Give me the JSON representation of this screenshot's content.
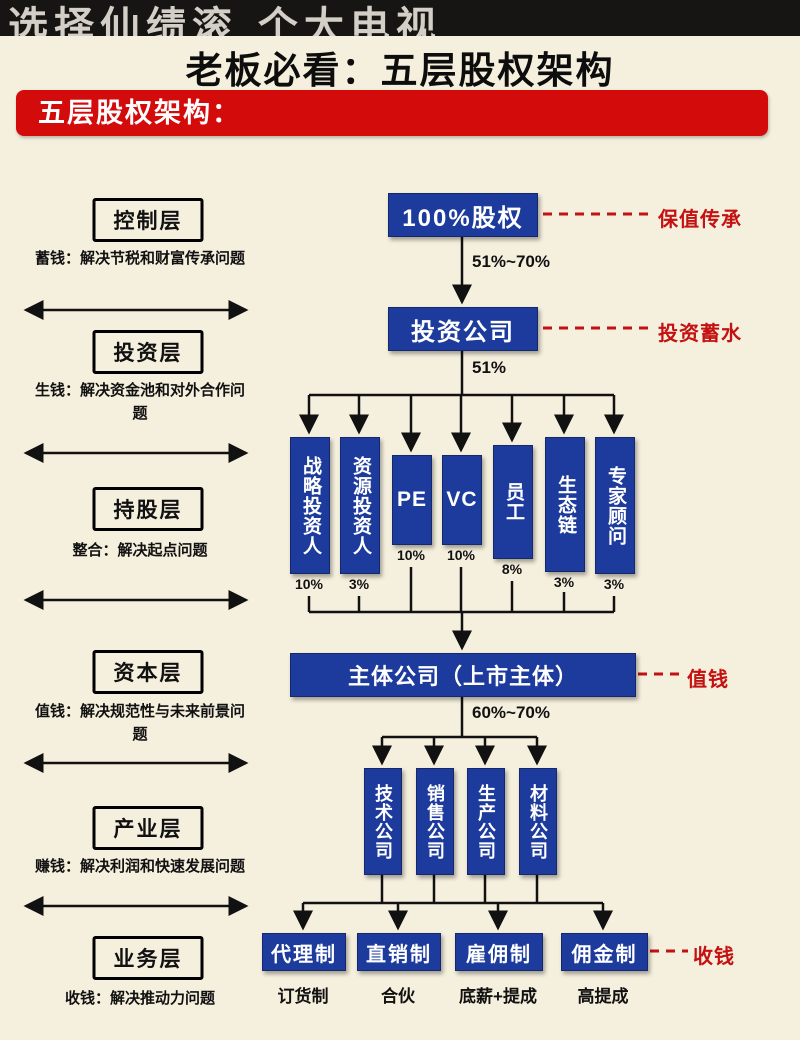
{
  "watermark": "选择仙绩滚 个大电视",
  "title": "老板必看：五层股权架构",
  "banner": "五层股权架构：",
  "layers": [
    {
      "name": "控制层",
      "desc": "蓄钱：解决节税和财富传承问题"
    },
    {
      "name": "投资层",
      "desc": "生钱：解决资金池和对外合作问题"
    },
    {
      "name": "持股层",
      "desc": "整合：解决起点问题"
    },
    {
      "name": "资本层",
      "desc": "值钱：解决规范性与未来前景问题"
    },
    {
      "name": "产业层",
      "desc": "赚钱：解决利润和快速发展问题"
    },
    {
      "name": "业务层",
      "desc": "收钱：解决推动力问题"
    }
  ],
  "diagram": {
    "top_box": "100%股权",
    "top_note": "保值传承",
    "pct_top": "51%~70%",
    "invest_box": "投资公司",
    "invest_note": "投资蓄水",
    "pct_invest": "51%",
    "holders": [
      {
        "label": "战略投资人",
        "percent": "10%"
      },
      {
        "label": "资源投资人",
        "percent": "3%"
      },
      {
        "label": "PE",
        "percent": "10%"
      },
      {
        "label": "VC",
        "percent": "10%"
      },
      {
        "label": "员工",
        "percent": "8%"
      },
      {
        "label": "生态链",
        "percent": "3%"
      },
      {
        "label": "专家顾问",
        "percent": "3%"
      }
    ],
    "main_box": "主体公司（上市主体）",
    "main_note": "值钱",
    "pct_main": "60%~70%",
    "subsidiaries": [
      "技术公司",
      "销售公司",
      "生产公司",
      "材料公司"
    ],
    "models": [
      {
        "label": "代理制",
        "sub": "订货制"
      },
      {
        "label": "直销制",
        "sub": "合伙"
      },
      {
        "label": "雇佣制",
        "sub": "底薪+提成"
      },
      {
        "label": "佣金制",
        "sub": "高提成"
      }
    ],
    "models_note": "收钱"
  }
}
